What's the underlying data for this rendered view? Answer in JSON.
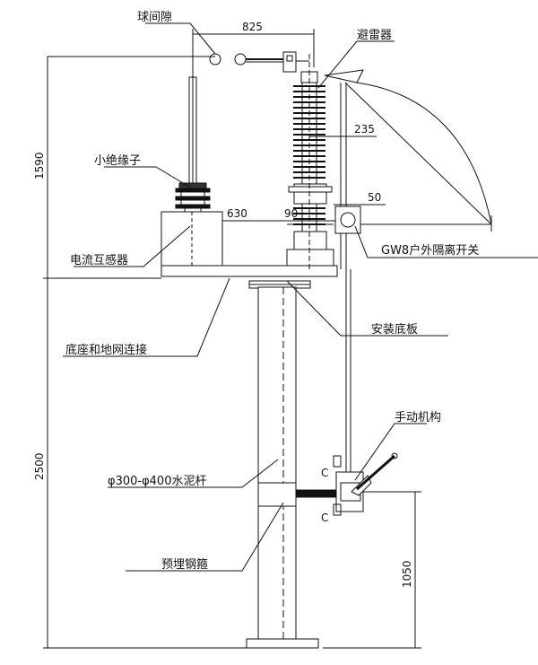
{
  "labels": {
    "ball_gap": "球间隙",
    "arrester": "避雷器",
    "small_insulator": "小绝缘子",
    "current_transformer": "电流互感器",
    "gw8_switch": "GW8户外隔离开关",
    "mounting_plate": "安装底板",
    "base_ground": "底座和地网连接",
    "operating_mechanism": "手动机构",
    "concrete_pole": "φ300-φ400水泥杆",
    "embedded_hoop": "预埋钢箍"
  },
  "dimensions": {
    "d825": "825",
    "d1590": "1590",
    "d235": "235",
    "d50": "50",
    "d630": "630",
    "d90": "90",
    "d2500": "2500",
    "d1050": "1050",
    "c_upper": "C",
    "c_lower": "C"
  }
}
